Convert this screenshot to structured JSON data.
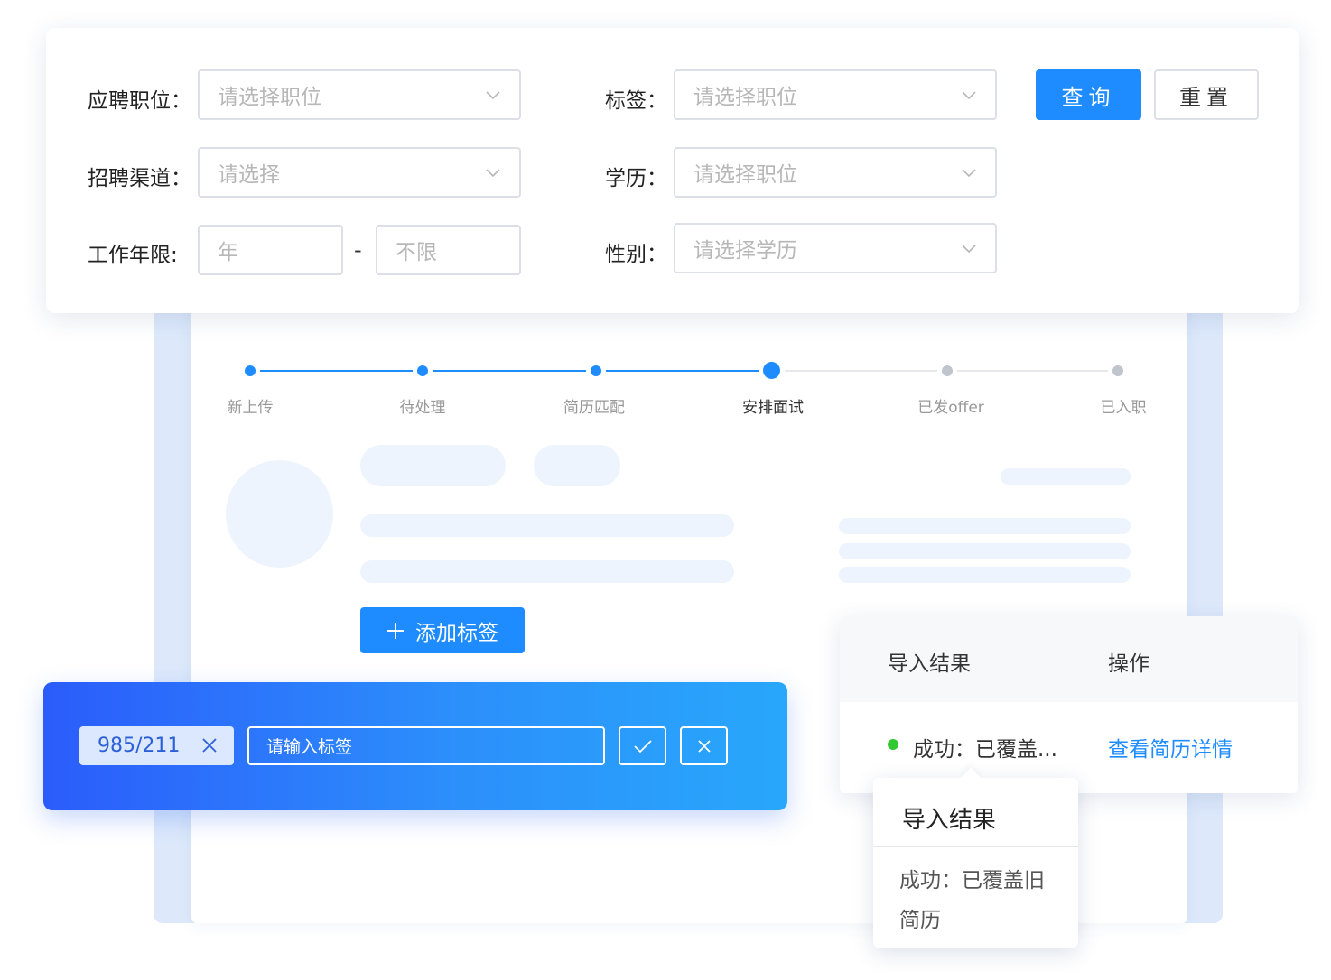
{
  "filter": {
    "position_label": "应聘职位：",
    "position_placeholder": "请选择职位",
    "tag_label": "标签：",
    "tag_placeholder": "请选择职位",
    "channel_label": "招聘渠道：",
    "channel_placeholder": "请选择",
    "education_label": "学历：",
    "education_placeholder": "请选择职位",
    "years_label": "工作年限:",
    "years_from_placeholder": "年",
    "years_separator": "-",
    "years_to_placeholder": "不限",
    "gender_label": "性别：",
    "gender_placeholder": "请选择学历",
    "query_button": "查询",
    "reset_button": "重置"
  },
  "steps": [
    {
      "label": "新上传",
      "state": "done"
    },
    {
      "label": "待处理",
      "state": "done"
    },
    {
      "label": "简历匹配",
      "state": "done"
    },
    {
      "label": "安排面试",
      "state": "current"
    },
    {
      "label": "已发offer",
      "state": "todo"
    },
    {
      "label": "已入职",
      "state": "todo"
    }
  ],
  "add_tag_button": "添加标签",
  "tag_editor": {
    "chip_label": "985/211",
    "input_placeholder": "请输入标签"
  },
  "result_table": {
    "col_result": "导入结果",
    "col_action": "操作",
    "row_status": "成功：已覆盖...",
    "row_action": "查看简历详情"
  },
  "tooltip": {
    "title": "导入结果",
    "body": "成功：已覆盖旧简历"
  },
  "colors": {
    "primary": "#1e8cff",
    "success": "#32c832",
    "inactive": "#c0c4cc"
  }
}
